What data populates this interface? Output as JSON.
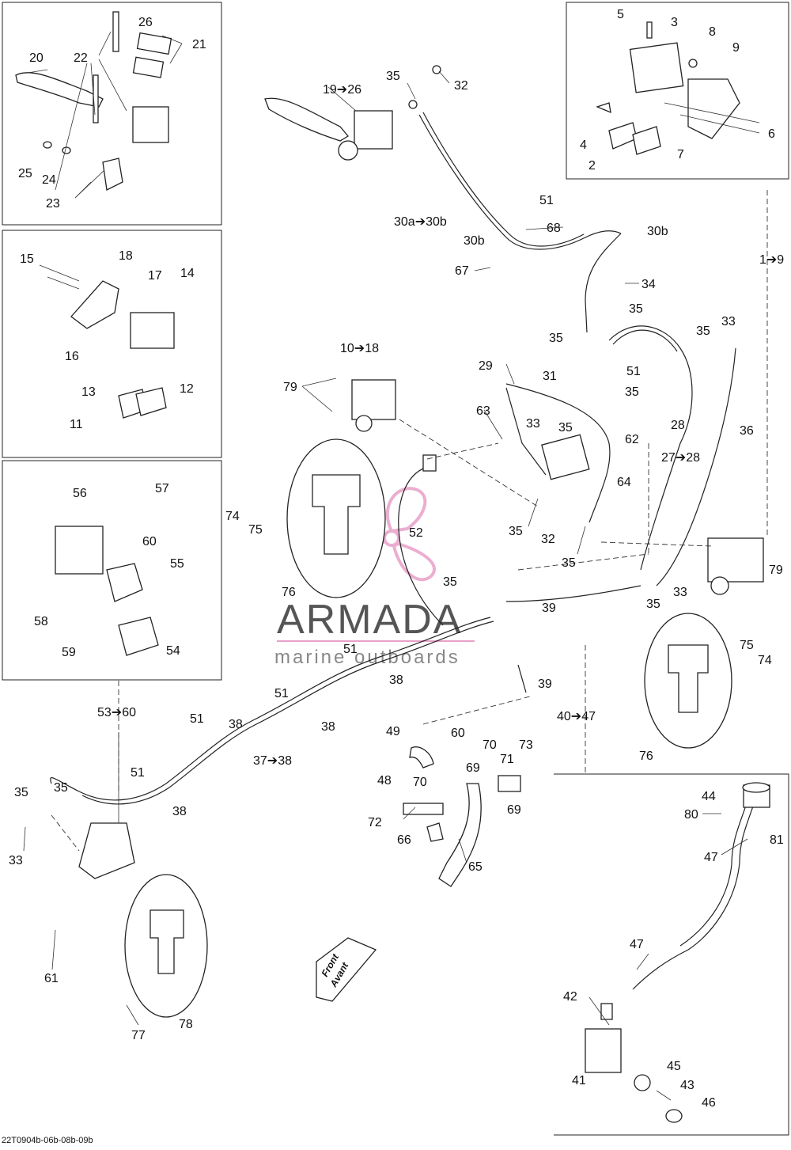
{
  "watermark": {
    "brand": "ARMADA",
    "tagline": "marine outboards",
    "accent_color": "#e8a0c8",
    "text_color": "#555555"
  },
  "footer": {
    "drawing_code": "22T0904b-06b-08b-09b"
  },
  "front_marker": {
    "line1": "Front",
    "line2": "Avant"
  },
  "callouts": {
    "c20": "20",
    "c22": "22",
    "c26": "26",
    "c21": "21",
    "c25": "25",
    "c24": "24",
    "c23": "23",
    "c5": "5",
    "c3": "3",
    "c8": "8",
    "c9": "9",
    "c4": "4",
    "c2": "2",
    "c7": "7",
    "c6": "6",
    "c19_26": "19➔26",
    "c35a": "35",
    "c32a": "32",
    "c30a_30b": "30a➔30b",
    "c51a": "51",
    "c68": "68",
    "c30b_l": "30b",
    "c30b_r": "30b",
    "c67": "67",
    "c1_9": "1➔9",
    "c34": "34",
    "c35b": "35",
    "c35c": "35",
    "c35d": "35",
    "c33a": "33",
    "c15": "15",
    "c18": "18",
    "c17": "17",
    "c14": "14",
    "c16": "16",
    "c12": "12",
    "c13": "13",
    "c11": "11",
    "c10_18": "10➔18",
    "c79a": "79",
    "c29": "29",
    "c31": "31",
    "c51b": "51",
    "c35e": "35",
    "c28": "28",
    "c36": "36",
    "c63": "63",
    "c33b": "33",
    "c35f": "35",
    "c62": "62",
    "c27_28": "27➔28",
    "c64": "64",
    "c35g": "35",
    "c32b": "32",
    "c35h": "35",
    "c56": "56",
    "c57": "57",
    "c60a": "60",
    "c55": "55",
    "c58": "58",
    "c59": "59",
    "c54": "54",
    "c74a": "74",
    "c75a": "75",
    "c52": "52",
    "c76a": "76",
    "c35i": "35",
    "c39a": "39",
    "c39b": "39",
    "c35j": "35",
    "c33c": "33",
    "c79b": "79",
    "c51c": "51",
    "c38a": "38",
    "c75b": "75",
    "c74b": "74",
    "c40_47": "40➔47",
    "c76b": "76",
    "c53_60": "53➔60",
    "c51d": "51",
    "c51e": "51",
    "c38b": "38",
    "c38c": "38",
    "c37_38": "37➔38",
    "c49": "49",
    "c60b": "60",
    "c70a": "70",
    "c73": "73",
    "c71": "71",
    "c69a": "69",
    "c48": "48",
    "c70b": "70",
    "c69b": "69",
    "c72": "72",
    "c66": "66",
    "c65": "65",
    "c44": "44",
    "c80": "80",
    "c81": "81",
    "c47a": "47",
    "c47b": "47",
    "c51f": "51",
    "c38d": "38",
    "c35k": "35",
    "c35l": "35",
    "c33d": "33",
    "c61": "61",
    "c77": "77",
    "c78": "78",
    "c42": "42",
    "c45": "45",
    "c41": "41",
    "c43": "43",
    "c46": "46"
  }
}
